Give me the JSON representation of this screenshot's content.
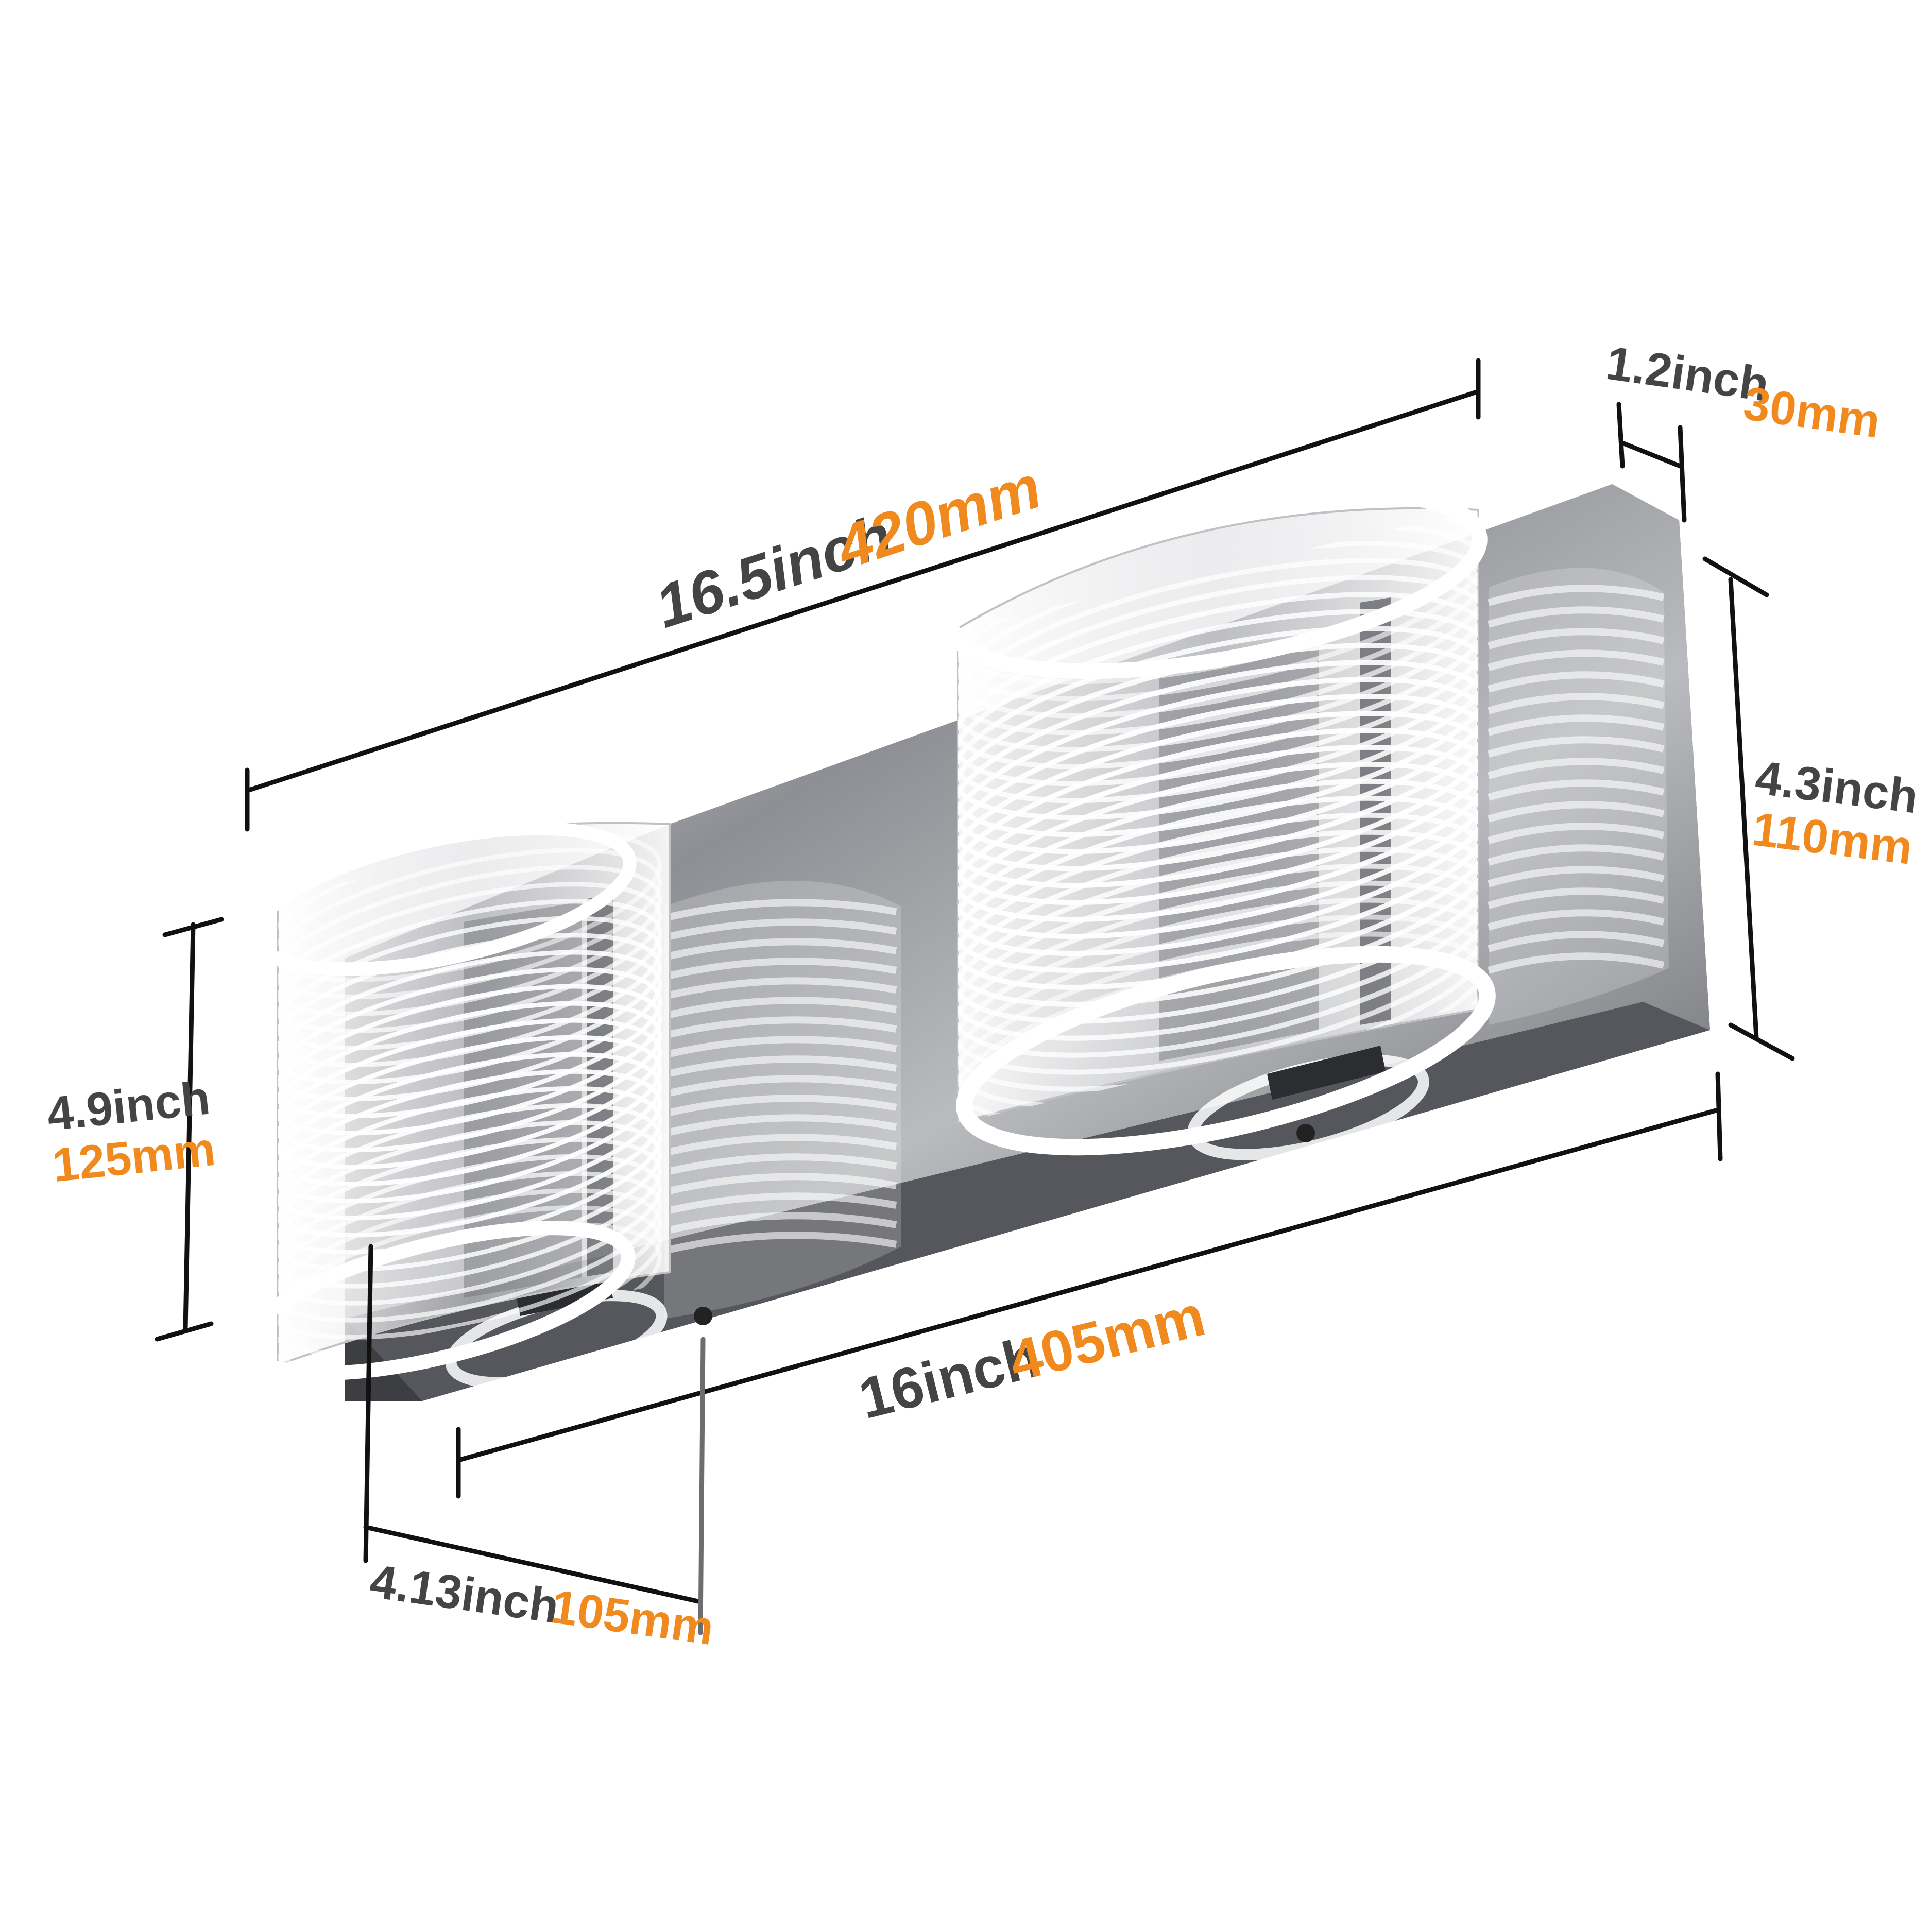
{
  "colors": {
    "imperial_text": "#444444",
    "metric_text": "#f18a1e",
    "dimension_line": "#111111",
    "chrome_dark": "#5f6166",
    "chrome_light": "#d9dadc",
    "acrylic_ring": "#f4f4f4"
  },
  "dimensions": {
    "overall_length": {
      "inch": "16.5inch",
      "mm": "420mm"
    },
    "depth": {
      "inch": "1.2inch",
      "mm": "30mm"
    },
    "backplate_height": {
      "inch": "4.3inch",
      "mm": "110mm"
    },
    "shade_height": {
      "inch": "4.9inch",
      "mm": "125mm"
    },
    "backplate_length": {
      "inch": "16inch",
      "mm": "405mm"
    },
    "projection": {
      "inch": "4.13inch",
      "mm": "105mm"
    }
  },
  "product": {
    "shades": 2,
    "finish": "chrome",
    "shade_material": "clear acrylic rings"
  }
}
